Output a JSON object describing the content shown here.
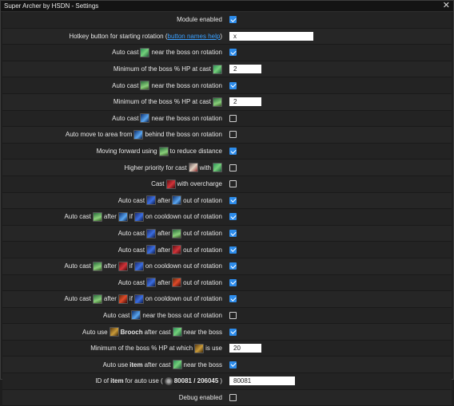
{
  "window": {
    "title": "Super Archer by HSDN - Settings"
  },
  "rows": {
    "r1": {
      "label": "Module enabled",
      "checked": true
    },
    "r2": {
      "pre": "Hotkey button for starting rotation (",
      "link": "button names help",
      "post": ")",
      "value": "x"
    },
    "r3": {
      "a": "Auto cast",
      "b": "near the boss on rotation",
      "checked": true
    },
    "r4": {
      "a": "Minimum of the boss % HP at cast",
      "value": "2"
    },
    "r5": {
      "a": "Auto cast",
      "b": "near the boss on rotation",
      "checked": true
    },
    "r6": {
      "a": "Minimum of the boss % HP at cast",
      "value": "2"
    },
    "r7": {
      "a": "Auto cast",
      "b": "near the boss on rotation",
      "checked": false
    },
    "r8": {
      "a": "Auto move to area from",
      "b": "behind the boss on rotation",
      "checked": false
    },
    "r9": {
      "a": "Moving forward using",
      "b": "to reduce distance",
      "checked": true
    },
    "r10": {
      "a": "Higher priority for cast",
      "b": "with",
      "checked": false
    },
    "r11": {
      "a": "Cast",
      "b": "with overcharge",
      "checked": false
    },
    "r12": {
      "a": "Auto cast",
      "b": "after",
      "c": "out of rotation",
      "checked": true
    },
    "r13": {
      "a": "Auto cast",
      "b": "after",
      "c": "if",
      "d": "on cooldown out of rotation",
      "checked": true
    },
    "r14": {
      "a": "Auto cast",
      "b": "after",
      "c": "out of rotation",
      "checked": true
    },
    "r15": {
      "a": "Auto cast",
      "b": "after",
      "c": "out of rotation",
      "checked": true
    },
    "r16": {
      "a": "Auto cast",
      "b": "after",
      "c": "if",
      "d": "on cooldown out of rotation",
      "checked": true
    },
    "r17": {
      "a": "Auto cast",
      "b": "after",
      "c": "out of rotation",
      "checked": true
    },
    "r18": {
      "a": "Auto cast",
      "b": "after",
      "c": "if",
      "d": "on cooldown out of rotation",
      "checked": true
    },
    "r19": {
      "a": "Auto cast",
      "b": "near the boss out of rotation",
      "checked": false
    },
    "r20": {
      "a": "Auto use",
      "bold": "Brooch",
      "b": "after cast",
      "c": "near the boss",
      "checked": true
    },
    "r21": {
      "a": "Minimum of the boss % HP at which",
      "b": "is use",
      "value": "20"
    },
    "r22": {
      "a": "Auto use",
      "bold": "item",
      "b": "after cast",
      "c": "near the boss",
      "checked": true
    },
    "r23": {
      "a": "ID of",
      "bold": "item",
      "b": "for auto use (",
      "bold2": "80081 / 206045",
      "c": ")",
      "value": "80081"
    },
    "r24": {
      "label": "Debug enabled",
      "checked": false
    }
  }
}
